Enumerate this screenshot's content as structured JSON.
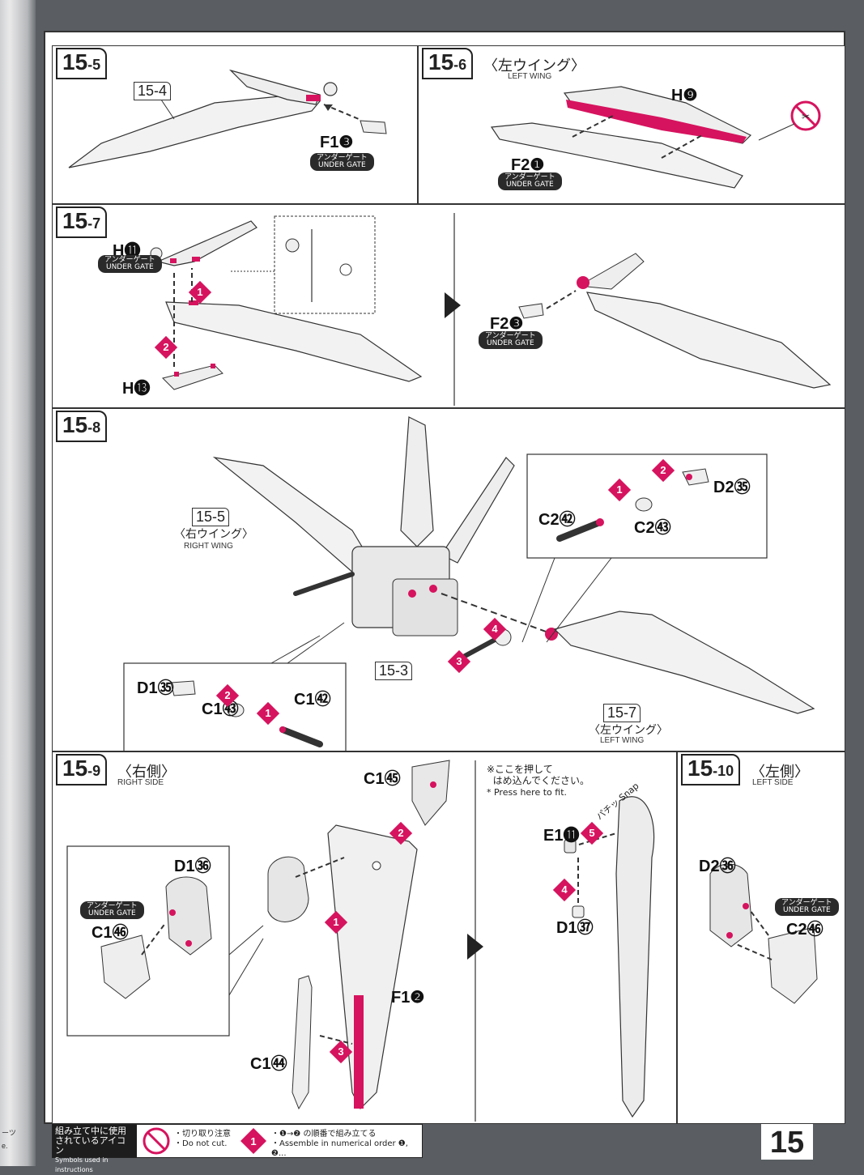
{
  "page_number": "15",
  "step_15_5": {
    "step": "15",
    "sub": "-5",
    "ref": "15-4",
    "part": "F1❸",
    "under_gate_jp": "アンダーゲート",
    "under_gate_en": "UNDER GATE"
  },
  "step_15_6": {
    "step": "15",
    "sub": "-6",
    "title_jp": "〈左ウイング〉",
    "title_en": "LEFT WING",
    "part_h": "H❾",
    "part_f": "F2❶",
    "under_gate_jp": "アンダーゲート",
    "under_gate_en": "UNDER GATE"
  },
  "step_15_7": {
    "step": "15",
    "sub": "-7",
    "part_h11": "H⓫",
    "part_h13": "H⓭",
    "part_f2": "F2❸",
    "under_gate_jp": "アンダーゲート",
    "under_gate_en": "UNDER GATE",
    "order1": "1",
    "order2": "2"
  },
  "step_15_8": {
    "step": "15",
    "sub": "-8",
    "ref_right": "15-5",
    "right_jp": "〈右ウイング〉",
    "right_en": "RIGHT WING",
    "ref_center": "15-3",
    "ref_left": "15-7",
    "left_jp": "〈左ウイング〉",
    "left_en": "LEFT WING",
    "d2": "D2㉟",
    "c2_42": "C2㊷",
    "c2_43": "C2㊸",
    "d1": "D1㉟",
    "c1_43": "C1㊸",
    "c1_42": "C1㊷",
    "o1": "1",
    "o2": "2",
    "o3": "3",
    "o4": "4"
  },
  "step_15_9": {
    "step": "15",
    "sub": "-9",
    "title_jp": "〈右側〉",
    "title_en": "RIGHT SIDE",
    "c1_45": "C1㊺",
    "d1_36": "D1㊱",
    "c1_46": "C1㊻",
    "f1_2": "F1❷",
    "c1_44": "C1㊹",
    "under_gate_jp": "アンダーゲート",
    "under_gate_en": "UNDER GATE",
    "note_jp1": "※ここを押して",
    "note_jp2": "はめ込んでください。",
    "note_en": "* Press here to fit.",
    "snap_jp": "パチッ",
    "snap_en": "Snap",
    "e1_11": "E1⓫",
    "d1_37": "D1㊲",
    "o1": "1",
    "o2": "2",
    "o3": "3",
    "o4": "4",
    "o5": "5"
  },
  "step_15_10": {
    "step": "15",
    "sub": "-10",
    "title_jp": "〈左側〉",
    "title_en": "LEFT SIDE",
    "d2_36": "D2㊱",
    "c2_46": "C2㊻",
    "under_gate_jp": "アンダーゲート",
    "under_gate_en": "UNDER GATE"
  },
  "legend": {
    "head_jp": "組み立て中に使用されているアイコン",
    "head_en": "Symbols used in instructions",
    "cut_jp": "・切り取り注意",
    "cut_en": "・Do not cut.",
    "order_jp": "・❶→❷ の順番で組み立てる",
    "order_en": "・Assemble in numerical order ❶, ❷..."
  },
  "gutter": {
    "frag1": "ーツ",
    "frag2": "e."
  },
  "colors": {
    "accent": "#d6135e",
    "line": "#333333",
    "page_bg": "#ffffff"
  }
}
